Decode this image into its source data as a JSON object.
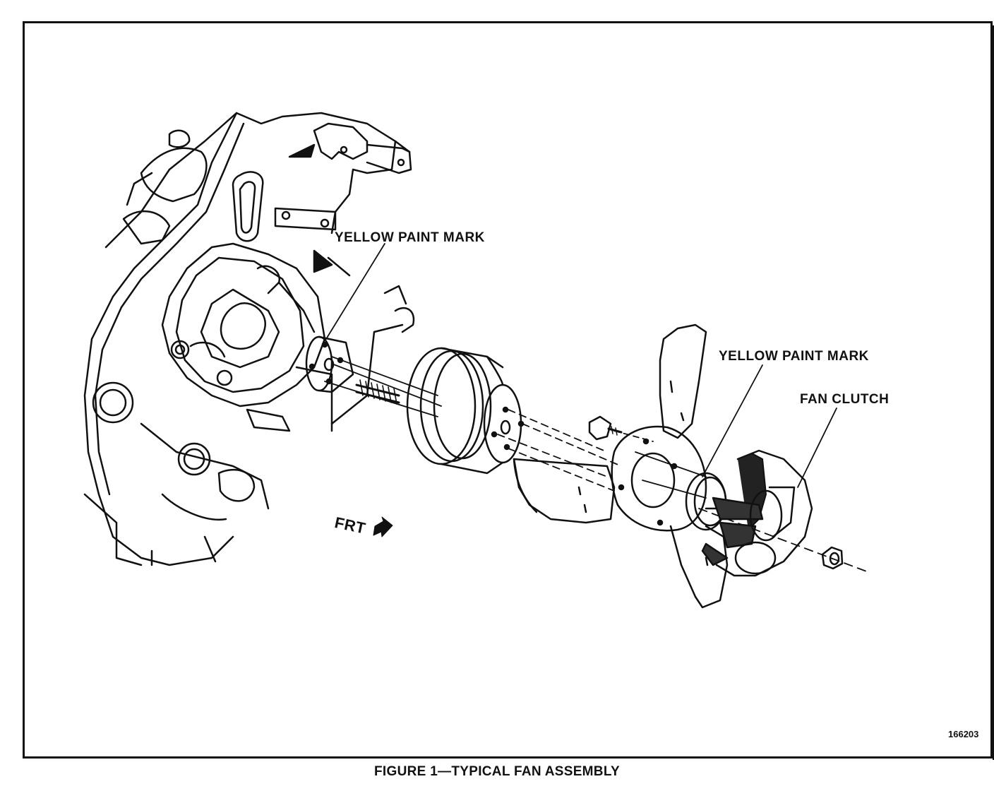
{
  "labels": {
    "yellow_paint_mark_pump": "YELLOW PAINT MARK",
    "yellow_paint_mark_clutch": "YELLOW PAINT MARK",
    "fan_clutch": "FAN CLUTCH",
    "front_indicator": "FRT"
  },
  "figure_number": "166203",
  "caption": "FIGURE 1—TYPICAL FAN ASSEMBLY"
}
